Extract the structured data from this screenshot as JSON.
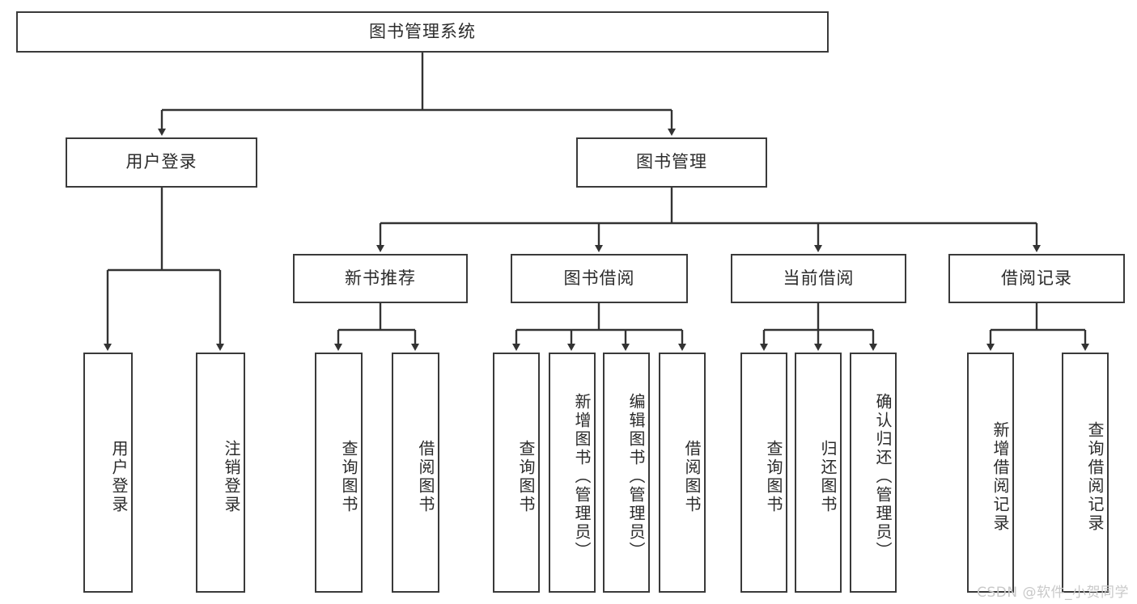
{
  "diagram": {
    "type": "hierarchy-tree",
    "title": "图书管理系统",
    "colors": {
      "box_border": "#3a3a3a",
      "box_fill": "#ffffff",
      "text": "#2b2b2b",
      "line": "#333333",
      "watermark": "#c9c9c9",
      "background": "#ffffff"
    },
    "root": {
      "label": "图书管理系统"
    },
    "level2": [
      {
        "label": "用户登录"
      },
      {
        "label": "图书管理"
      }
    ],
    "level3": [
      {
        "label": "新书推荐"
      },
      {
        "label": "图书借阅"
      },
      {
        "label": "当前借阅"
      },
      {
        "label": "借阅记录"
      }
    ],
    "leaves": {
      "user_login": [
        {
          "label": "用户登录"
        },
        {
          "label": "注销登录"
        }
      ],
      "new_book": [
        {
          "label": "查询图书"
        },
        {
          "label": "借阅图书"
        }
      ],
      "book_borrow": [
        {
          "label": "查询图书"
        },
        {
          "label": "新增图书（管理员）"
        },
        {
          "label": "编辑图书（管理员）"
        },
        {
          "label": "借阅图书"
        }
      ],
      "current_borrow": [
        {
          "label": "查询图书"
        },
        {
          "label": "归还图书"
        },
        {
          "label": "确认归还（管理员）"
        }
      ],
      "borrow_record": [
        {
          "label": "新增借阅记录"
        },
        {
          "label": "查询借阅记录"
        }
      ]
    },
    "watermark": "CSDN @软件_小贺同学"
  }
}
